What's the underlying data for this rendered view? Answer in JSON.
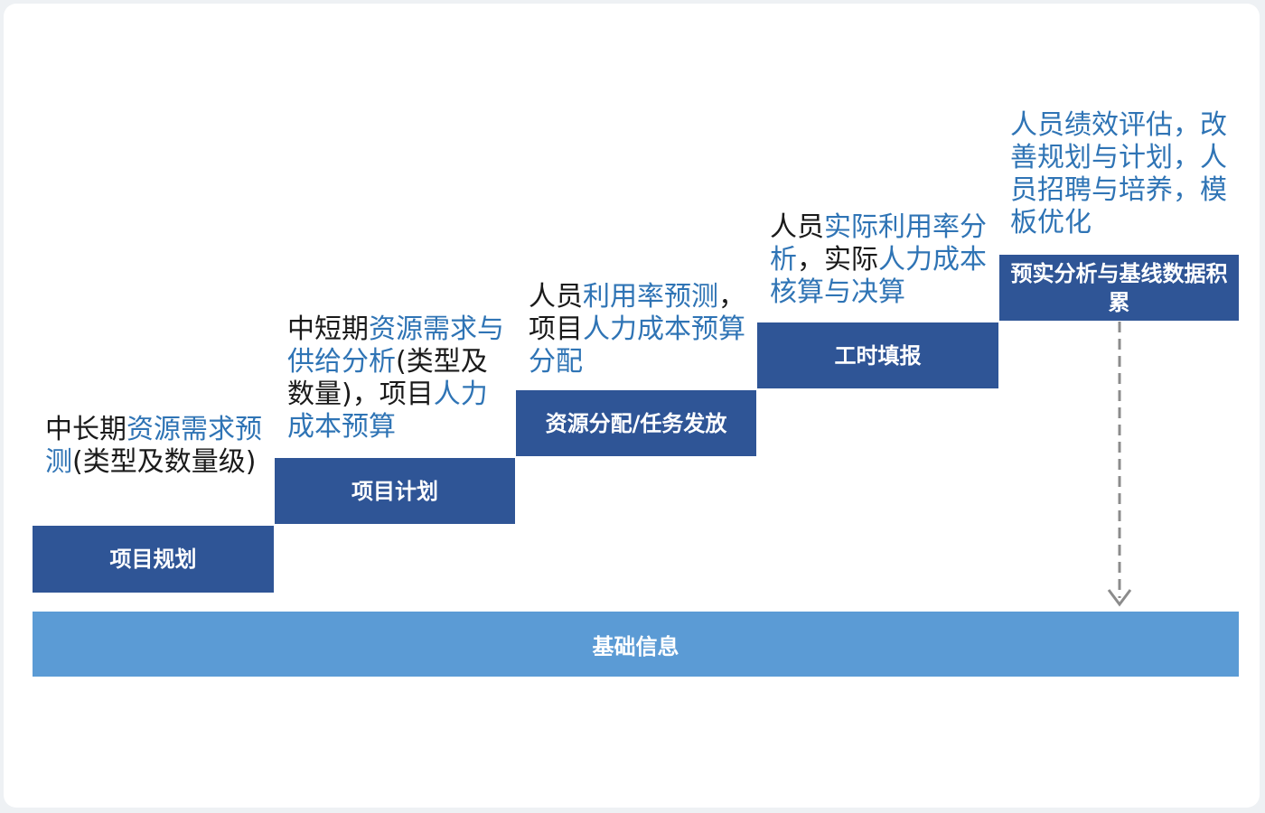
{
  "steps": [
    {
      "label": "项目规划",
      "desc": [
        {
          "t": "中长期",
          "hl": false
        },
        {
          "t": "资源需求预测",
          "hl": true
        },
        {
          "t": "(类型及数量级)",
          "hl": false
        }
      ]
    },
    {
      "label": "项目计划",
      "desc": [
        {
          "t": "中短期",
          "hl": false
        },
        {
          "t": "资源需求与供给分析",
          "hl": true
        },
        {
          "t": "(类型及数量)，项目",
          "hl": false
        },
        {
          "t": "人力成本预算",
          "hl": true
        }
      ]
    },
    {
      "label": "资源分配/任务发放",
      "desc": [
        {
          "t": "人员",
          "hl": false
        },
        {
          "t": "利用率预测",
          "hl": true
        },
        {
          "t": "，项目",
          "hl": false
        },
        {
          "t": "人力成本预算分配",
          "hl": true
        }
      ]
    },
    {
      "label": "工时填报",
      "desc": [
        {
          "t": "人员",
          "hl": false
        },
        {
          "t": "实际利用率分析",
          "hl": true
        },
        {
          "t": "，实际",
          "hl": false
        },
        {
          "t": "人力成本核算与决算",
          "hl": true
        }
      ]
    },
    {
      "label": "预实分析与基线数据积累",
      "desc": [
        {
          "t": "人员绩效评估，改善规划与计划，人员招聘与培养，模板优化",
          "hl": true
        }
      ]
    }
  ],
  "base_label": "基础信息",
  "colors": {
    "step_bg": "#2f5596",
    "base_bg": "#5b9bd5",
    "highlight_text": "#2f74b5",
    "dark_text": "#1a1a1a",
    "arrow": "#8c8c8c"
  }
}
